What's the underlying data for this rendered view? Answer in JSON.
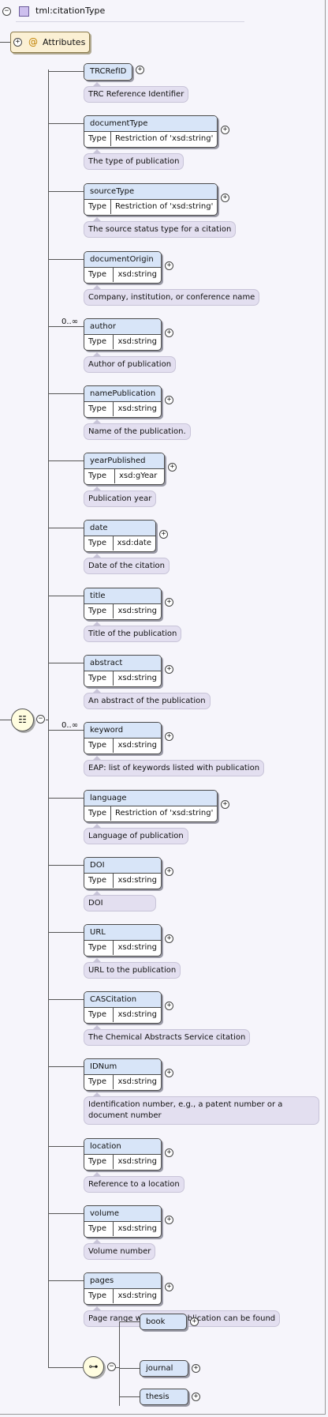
{
  "header": {
    "title": "tml:citationType"
  },
  "attributes": {
    "label": "Attributes",
    "icon_glyph": "@"
  },
  "sequence": {
    "icon": "sequence-compositor-icon"
  },
  "elements": [
    {
      "name": "TRCRefID",
      "type": "",
      "doc": "TRC Reference Identifier",
      "occ": ""
    },
    {
      "name": "documentType",
      "type": "Restriction of 'xsd:string'",
      "doc": "The type of publication",
      "occ": ""
    },
    {
      "name": "sourceType",
      "type": "Restriction of 'xsd:string'",
      "doc": "The source status type for a citation",
      "occ": ""
    },
    {
      "name": "documentOrigin",
      "type": "xsd:string",
      "doc": "Company, institution, or conference name",
      "occ": ""
    },
    {
      "name": "author",
      "type": "xsd:string",
      "doc": "Author of publication",
      "occ": "0..∞"
    },
    {
      "name": "namePublication",
      "type": "xsd:string",
      "doc": "Name of the publication.",
      "occ": ""
    },
    {
      "name": "yearPublished",
      "type": "xsd:gYear",
      "doc": "Publication year",
      "occ": ""
    },
    {
      "name": "date",
      "type": "xsd:date",
      "doc": "Date of the citation",
      "occ": ""
    },
    {
      "name": "title",
      "type": "xsd:string",
      "doc": "Title of the publication",
      "occ": ""
    },
    {
      "name": "abstract",
      "type": "xsd:string",
      "doc": "An abstract of the publication",
      "occ": ""
    },
    {
      "name": "keyword",
      "type": "xsd:string",
      "doc": "EAP: list of keywords listed with publication",
      "occ": "0..∞"
    },
    {
      "name": "language",
      "type": "Restriction of 'xsd:string'",
      "doc": "Language of publication",
      "occ": ""
    },
    {
      "name": "DOI",
      "type": "xsd:string",
      "doc": "DOI",
      "occ": ""
    },
    {
      "name": "URL",
      "type": "xsd:string",
      "doc": "URL to the publication",
      "occ": ""
    },
    {
      "name": "CASCitation",
      "type": "xsd:string",
      "doc": "The Chemical Abstracts Service citation",
      "occ": ""
    },
    {
      "name": "IDNum",
      "type": "xsd:string",
      "doc": "Identification number, e.g., a patent number or a document number",
      "occ": ""
    },
    {
      "name": "location",
      "type": "xsd:string",
      "doc": "Reference to a location",
      "occ": ""
    },
    {
      "name": "volume",
      "type": "xsd:string",
      "doc": "Volume number",
      "occ": ""
    },
    {
      "name": "pages",
      "type": "xsd:string",
      "doc": "Page range where the publication can be found",
      "occ": ""
    }
  ],
  "type_key": "Type",
  "choice": {
    "items": [
      "book",
      "journal",
      "thesis"
    ]
  },
  "toggles": {
    "expand": "+",
    "collapse": "−"
  }
}
